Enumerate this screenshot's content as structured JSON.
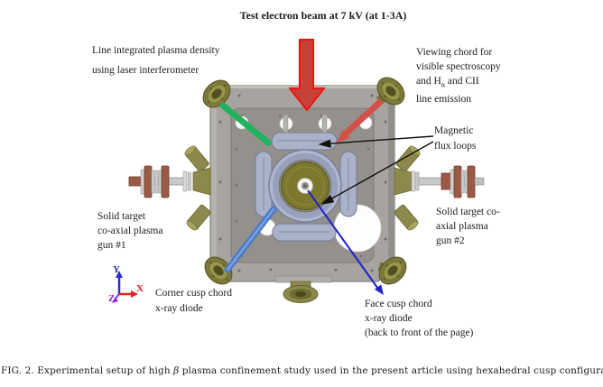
{
  "title": "Test electron beam at 7 kV (at 1-3A)",
  "labels": {
    "interferometer": {
      "lines": [
        "Line integrated plasma density",
        "using laser interferometer"
      ]
    },
    "viewing_chord": {
      "line1": "Viewing chord for",
      "line2": "visible spectroscopy",
      "line3_pre": "and H",
      "line3_sub": "α",
      "line3_post": " and CII",
      "line4": "line emission"
    },
    "flux_loops": {
      "lines": [
        "Magnetic",
        "flux loops"
      ]
    },
    "gun1": {
      "lines": [
        "Solid target",
        "co-axial plasma",
        "gun #1"
      ]
    },
    "gun2": {
      "lines": [
        "Solid target co-",
        "axial plasma",
        "gun #2"
      ]
    },
    "corner_cusp": {
      "lines": [
        "Corner cusp chord",
        "x-ray diode"
      ]
    },
    "face_cusp": {
      "lines": [
        "Face cusp chord",
        "x-ray diode",
        "(back to front of the page)"
      ]
    }
  },
  "axes": {
    "x": "X",
    "y": "Y",
    "z": "Z"
  },
  "caption": {
    "pre": "FIG. 2. Experimental setup of high ",
    "beta": "β",
    "post": " plasma confinement study used in the present article using hexahedral cusp configuration."
  },
  "colors": {
    "beam_arrow_red": "#e01414",
    "chord_green": "#22b25f",
    "chord_red": "#d2524b",
    "chord_blue": "#4a79c9",
    "face_cusp_arrow_blue": "#2020cc",
    "flux_arrow_black": "#111111",
    "axis_x_red": "#e02222",
    "axis_y_blue": "#2a2ae0",
    "axis_z_purple": "#8a2be2",
    "chamber_gray": "#a7a49f",
    "inner_panel_gray": "#94918c",
    "flange_olive": "#7d793c",
    "gun_brown": "#9b5a46",
    "flux_loop_blue_gray": "#a9b2c9",
    "target_disc_olive": "#7c792e"
  }
}
